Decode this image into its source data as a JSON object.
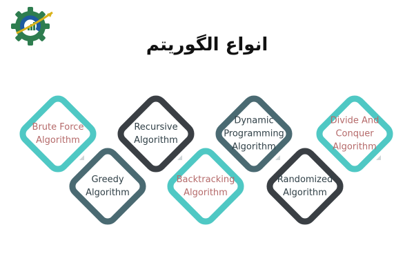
{
  "header": {
    "title": "انواع الگوریتم"
  },
  "colors": {
    "teal": "#4fc8c4",
    "dark": "#3a3f44",
    "slate": "#4a6a72",
    "rose_text": "#b56a6a",
    "dark_text": "#2f3f46",
    "logo_green": "#2e7d4f",
    "logo_blue": "#1e5aa0",
    "logo_arrow": "#d9b21a"
  },
  "algorithms": [
    {
      "key": "brute-force",
      "line1": "Brute Force",
      "line2": "Algorithm",
      "line3": "",
      "border": "teal",
      "text": "rose"
    },
    {
      "key": "greedy",
      "line1": "Greedy",
      "line2": "Algorithm",
      "line3": "",
      "border": "slate",
      "text": "dark"
    },
    {
      "key": "recursive",
      "line1": "Recursive",
      "line2": "Algorithm",
      "line3": "",
      "border": "dark",
      "text": "dark"
    },
    {
      "key": "backtracking",
      "line1": "Backtracking",
      "line2": "Algorithm",
      "line3": "",
      "border": "teal",
      "text": "rose"
    },
    {
      "key": "dynamic-programming",
      "line1": "Dynamic",
      "line2": "Programming",
      "line3": "Algorithm",
      "border": "slate",
      "text": "dark"
    },
    {
      "key": "randomized",
      "line1": "Randomized",
      "line2": "Algorithm",
      "line3": "",
      "border": "dark",
      "text": "dark"
    },
    {
      "key": "divide-and-conquer",
      "line1": "Divide And",
      "line2": "Conquer",
      "line3": "Algorithm",
      "border": "teal",
      "text": "rose"
    }
  ]
}
